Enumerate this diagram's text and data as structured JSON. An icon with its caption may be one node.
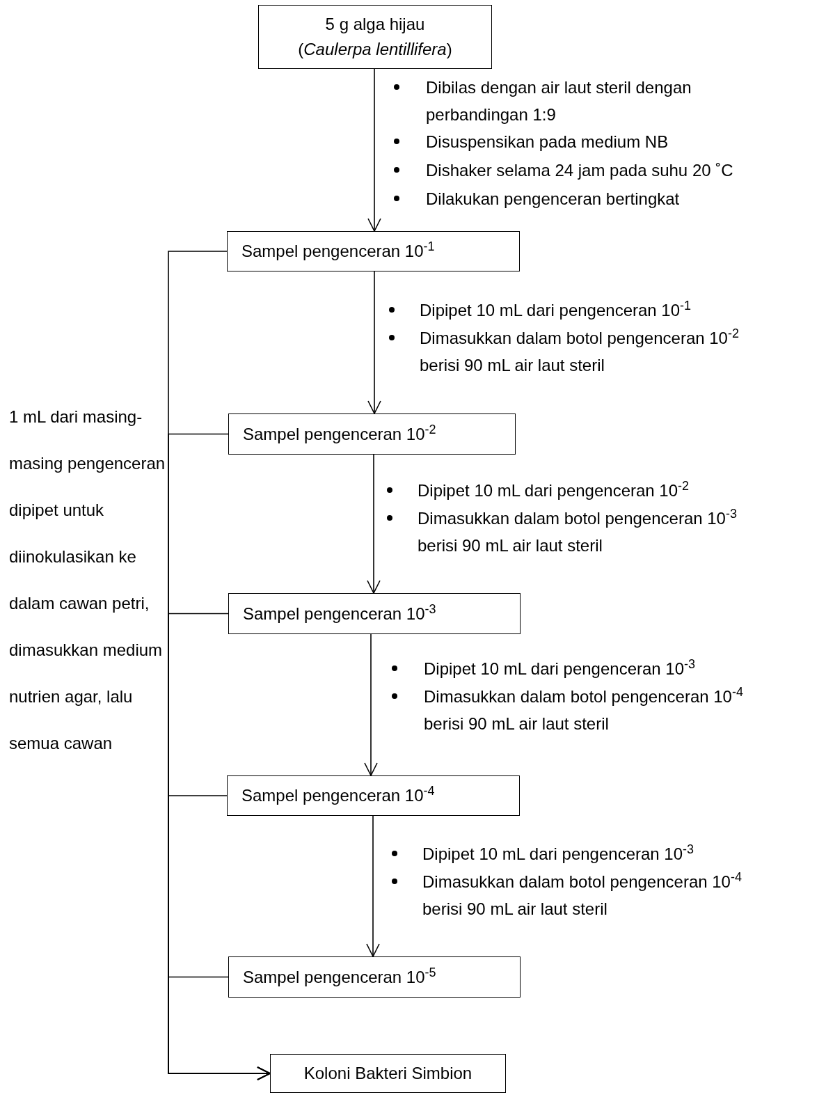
{
  "diagram": {
    "nodes": [
      {
        "text": [
          "5 g alga hijau (*Caulerpa lentillifera*)"
        ]
      },
      {
        "text": [
          "Sampel pengenceran 10$^{-1}$"
        ]
      },
      {
        "text": [
          "Sampel pengenceran 10$^{-2}$"
        ]
      },
      {
        "text": [
          "Sampel pengenceran 10$^{-3}$"
        ]
      },
      {
        "text": [
          "Sampel pengenceran 10$^{-4}$"
        ]
      },
      {
        "text": [
          "Sampel pengenceran 10$^{-5}$"
        ]
      },
      {
        "text": [
          "Koloni Bakteri Simbion"
        ]
      }
    ],
    "edges": [
      {
        "from": 0,
        "to": 1,
        "arrow": "to"
      },
      {
        "from": 1,
        "to": 2,
        "arrow": "to"
      },
      {
        "from": 2,
        "to": 3,
        "arrow": "to"
      },
      {
        "from": 3,
        "to": 4,
        "arrow": "to"
      },
      {
        "from": 4,
        "to": 5,
        "arrow": "to"
      },
      {
        "from": 1,
        "to": 6,
        "arrow": "to"
      },
      {
        "from": 2,
        "to": 6,
        "arrow": "to"
      },
      {
        "from": 3,
        "to": 6,
        "arrow": "to"
      },
      {
        "from": 4,
        "to": 6,
        "arrow": "to"
      },
      {
        "from": 5,
        "to": 6,
        "arrow": "to"
      }
    ],
    "labels": [
      "Dibilas dengan air laut steril dengan perbandingan 1:9",
      "Disuspensikan pada medium NB",
      "Dishaker selama 24 jam pada suhu 20 ˚C",
      "Dilakukan pengenceran bertingkat",
      "Dipipet 10 mL dari pengenceran 10$^{-1}$",
      "Dimasukkan dalam botol pengenceran 10$^{-2}$ berisi 90 mL air laut steril",
      "Dipipet 10 mL dari pengenceran 10$^{-2}$",
      "Dimasukkan dalam botol pengenceran 10$^{-3}$ berisi 90 mL air laut steril",
      "Dipipet 10 mL dari pengenceran 10$^{-3}$",
      "Dimasukkan dalam botol pengenceran 10$^{-4}$ berisi 90 mL air laut steril",
      "Dipipet 10 mL dari pengenceran 10$^{-3}$",
      "Dimasukkan dalam botol pengenceran 10$^{-4}$ berisi 90 mL air laut steril",
      "1 mL dari masing-masing pengenceran dipipet untuk diinokulasikan ke dalam cawan petri, dimasukkan medium nutrien agar, lalu semua cawan"
    ]
  }
}
